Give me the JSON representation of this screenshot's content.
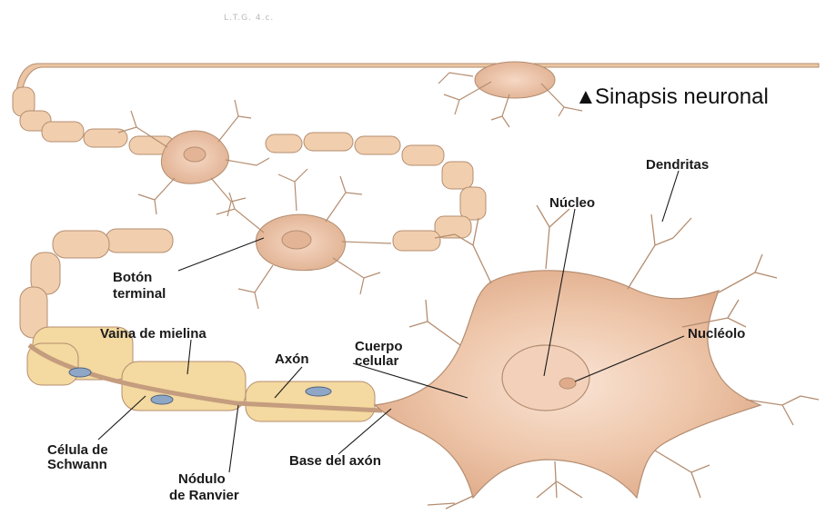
{
  "scan_mark": "L.T.G. 4.c.",
  "title": "Sinapsis neuronal",
  "title_marker": "▲",
  "labels": {
    "dendritas": "Dendritas",
    "nucleo": "Núcleo",
    "nucleolo": "Nucléolo",
    "boton_line1": "Botón",
    "boton_line2": "terminal",
    "vaina": "Vaina de mielina",
    "axon": "Axón",
    "cuerpo_line1": "Cuerpo",
    "cuerpo_line2": "celular",
    "celula_line1": "Célula de",
    "celula_line2": "Schwann",
    "base": "Base del axón",
    "nodulo_line1": "Nódulo",
    "nodulo_line2": "de Ranvier"
  },
  "colors": {
    "cell_body": "#edc4a7",
    "cell_body_light": "#f6dccb",
    "cell_outline": "#a9866c",
    "myelin": "#f4d9a0",
    "axon_fiber": "#ddb79c",
    "schwann_nucleus": "#8ea7c7",
    "line": "#1a1a1a"
  }
}
